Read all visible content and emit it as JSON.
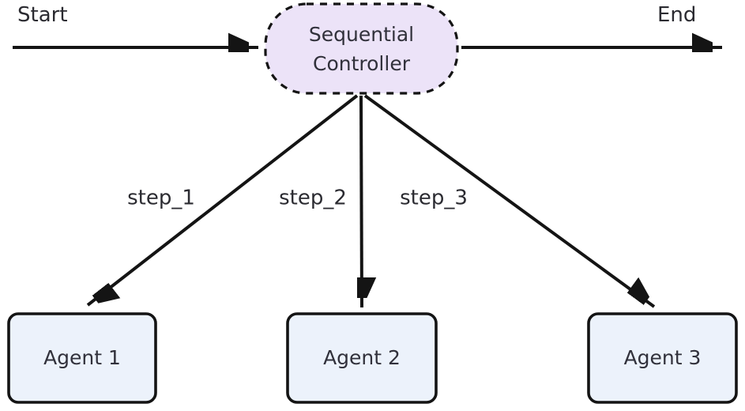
{
  "diagram": {
    "type": "flowchart",
    "background_color": "#ffffff",
    "line_color": "#141414",
    "text_color": "#2b2b31",
    "start_label": "Start",
    "end_label": "End",
    "controller": {
      "label_line1": "Sequential",
      "label_line2": "Controller",
      "fill": "#ece3f8",
      "border_style": "dashed"
    },
    "agents": [
      {
        "label": "Agent 1"
      },
      {
        "label": "Agent 2"
      },
      {
        "label": "Agent 3"
      }
    ],
    "edges": [
      {
        "label": "step_1",
        "from": "Sequential Controller",
        "to": "Agent 1"
      },
      {
        "label": "step_2",
        "from": "Sequential Controller",
        "to": "Agent 2"
      },
      {
        "label": "step_3",
        "from": "Sequential Controller",
        "to": "Agent 3"
      }
    ],
    "agent_fill": "#ecf2fb"
  }
}
